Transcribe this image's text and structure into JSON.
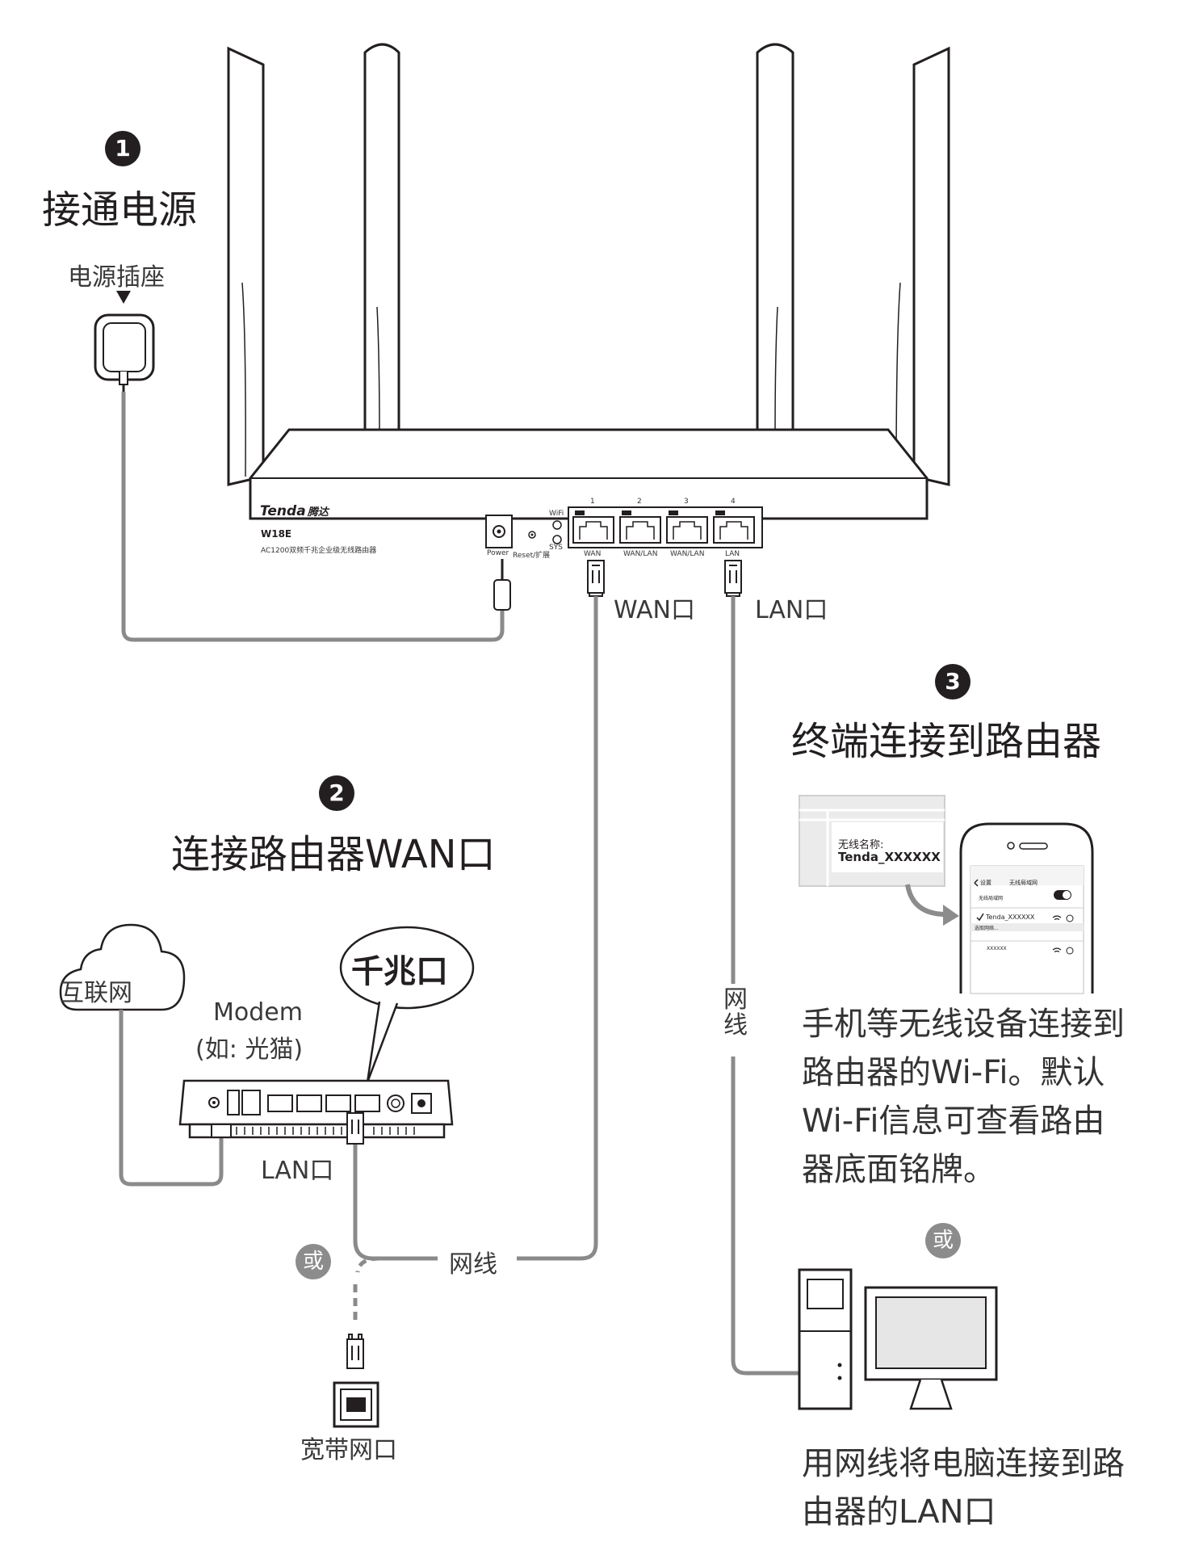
{
  "step1": {
    "number": "1",
    "title": "接通电源",
    "outlet_label": "电源插座"
  },
  "step2": {
    "number": "2",
    "title": "连接路由器WAN口",
    "gigabit_label": "千兆口"
  },
  "step3": {
    "number": "3",
    "title": "终端连接到路由器"
  },
  "router": {
    "brand": "Tenda",
    "brand_cn": "腾达",
    "model": "W18E",
    "description": "AC1200双频千兆企业级无线路由器",
    "power_label": "Power",
    "reset_label": "Reset/扩展",
    "wifi_led": "WiFi",
    "sys_led": "SYS",
    "ports": [
      {
        "num": "1",
        "label": "WAN"
      },
      {
        "num": "2",
        "label": "WAN/LAN"
      },
      {
        "num": "3",
        "label": "WAN/LAN"
      },
      {
        "num": "4",
        "label": "LAN"
      }
    ],
    "wan_port_label": "WAN口",
    "lan_port_label": "LAN口"
  },
  "internet_label": "互联网",
  "modem": {
    "label": "Modem",
    "sublabel": "(如: 光猫)",
    "lan_label": "LAN口"
  },
  "cable_label": "网线",
  "cable_label_vertical": [
    "网",
    "线"
  ],
  "or_label": "或",
  "broadband_label": "宽带网口",
  "wifi_card": {
    "name_label": "无线名称:",
    "ssid": "Tenda_XXXXXX"
  },
  "phone": {
    "back_label": "设置",
    "screen_title": "无线局域网",
    "wlan_row": "无线局域网",
    "connected_ssid": "Tenda_XXXXXX",
    "choose_label": "选取网络...",
    "other_ssid": "XXXXXX"
  },
  "wireless_text": "手机等无线设备连接到路由器的Wi-Fi。默认Wi-Fi信息可查看路由器底面铭牌。",
  "wired_text": "用网线将电脑连接到路由器的LAN口"
}
